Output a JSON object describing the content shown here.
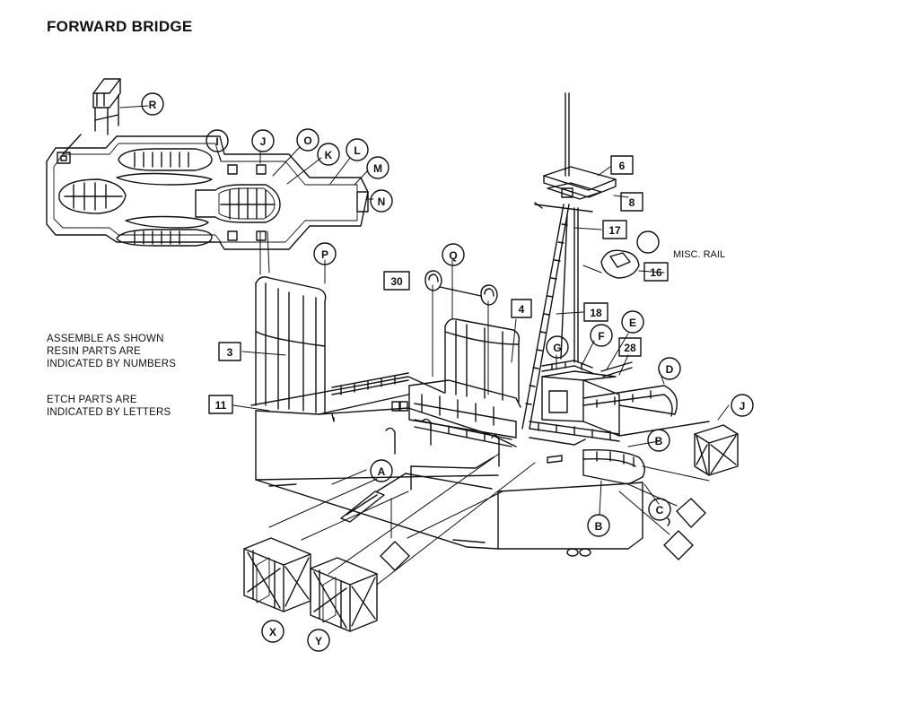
{
  "title": "FORWARD BRIDGE",
  "notes": {
    "line1": "ASSEMBLE AS SHOWN",
    "line2": "RESIN PARTS ARE",
    "line3": "INDICATED BY NUMBERS",
    "line4": "ETCH PARTS ARE",
    "line5": "INDICATED BY LETTERS"
  },
  "misc_label": "MISC. RAIL",
  "etch_parts": [
    "R",
    "I",
    "J",
    "O",
    "K",
    "L",
    "M",
    "N",
    "P",
    "Q",
    "G",
    "F",
    "E",
    "D",
    "J",
    "B",
    "C",
    "B",
    "A",
    "X",
    "Y"
  ],
  "resin_parts": [
    "6",
    "8",
    "17",
    "16",
    "30",
    "4",
    "18",
    "28",
    "3",
    "11"
  ]
}
